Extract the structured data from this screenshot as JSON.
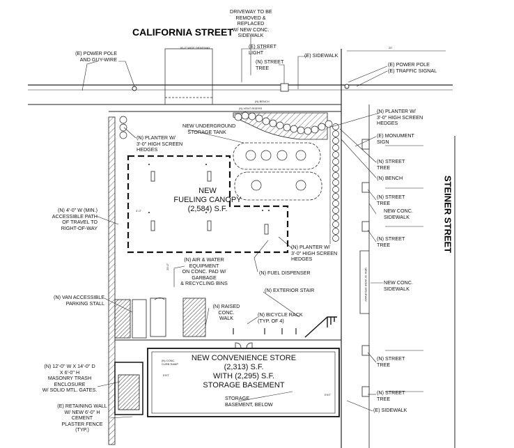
{
  "streets": {
    "north": "CALIFORNIA STREET",
    "east": "STEINER STREET"
  },
  "buildings": {
    "canopy": "NEW\nFUELING CANOPY\n(2,584) S.F.",
    "store": "NEW CONVENIENCE STORE\n(2,313) S.F.\nWITH (2,295) S.F.\nSTORAGE BASEMENT"
  },
  "callouts": {
    "driveway_replace": "DRIVEWAY TO BE\nREMOVED &\nREPLACED\nW/ NEW CONC.\nSIDEWALK",
    "street_light": "(E) STREET\nLIGHT",
    "street_tree_top": "(N) STREET\nTREE",
    "sidewalk_top": "(E) SIDEWALK",
    "power_pole_left": "(E) POWER POLE\nAND GUY-WIRE",
    "power_pole_right": "(E) POWER POLE",
    "traffic_signal": "(E) TRAFFIC SIGNAL",
    "planter_top_right": "(N) PLANTER W/\n3'-0\" HIGH SCREEN\nHEDGES",
    "monument_sign": "(E) MONUMENT\nSIGN",
    "street_tree_r1": "(N) STREET\nTREE",
    "bench_r": "(N) BENCH",
    "street_tree_r2": "(N) STREET\nTREE",
    "new_sidewalk_r1": "NEW CONC.\nSIDEWALK",
    "street_tree_r3": "(N) STREET\nTREE",
    "new_sidewalk_r2": "NEW CONC.\nSIDEWALK",
    "street_tree_r4": "(N) STREET\nTREE",
    "street_tree_r5": "(N) STREET\nTREE",
    "sidewalk_bottom": "(E) SIDEWALK",
    "planter_left": "(N) PLANTER W/\n3'-0\" HIGH SCREEN\nHEDGES",
    "ust": "NEW UNDERGROUND\nSTORAGE TANK",
    "path_of_travel": "(N) 4'-0\" W (MIN.)\nACCESSIBLE PATH\nOF TRAVEL TO\nRIGHT-OF-WAY",
    "planter_mid": "(N) PLANTER W/\n3'-0\" HIGH SCREEN\nHEDGES",
    "air_water": "(N) AIR & WATER\nEQUIPMENT\nON CONC. PAD W/\nGARBAGE\n& RECYCLING BINS",
    "fuel_dispenser": "(N) FUEL DISPENSER",
    "exterior_stair": "(N) EXTERIOR STAIR",
    "van_stall": "(N) VAN ACCESSIBLE\nPARKING STALL",
    "raised_walk": "(N) RAISED\nCONC.\nWALK",
    "bicycle_rack": "(N) BICYCLE RACK\n(TYP. OF 4)",
    "trash_enclosure": "(N) 12'-0\" W x 14'-0\" D\nx 6'-0\" H\nMASONRY TRASH\nENCLOSURE\nW/ SOLID MTL. GATES.",
    "retaining_wall": "(E) RETAINING WALL\nW/ NEW 6'-0\" H\nCEMENT\nPLASTER FENCE\n(TYP.)",
    "storage_basement": "STORAGE\nBASEMENT, BELOW"
  },
  "small_notes": {
    "driveway_top": "18'-0\" WIDE DRIVEWAY",
    "bench_top": "(N) BENCH",
    "vent_risers": "(N) VENT RISERS",
    "driveway_right": "NEW 30' WIDE DRIVEWAY",
    "curb_ramp": "(N) CONC.\nCURB RAMP",
    "exit_left": "EXIT",
    "exit_right": "EXIT",
    "dim_top_right": "20'",
    "dim_canopy": "4'-0\"",
    "dim_left": "20'-0\""
  }
}
